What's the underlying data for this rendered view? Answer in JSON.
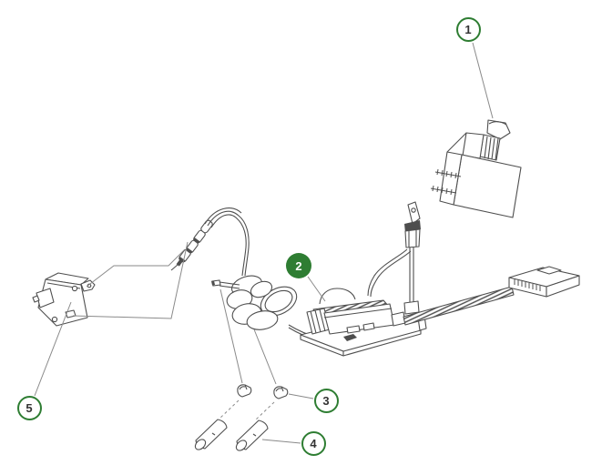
{
  "figure": {
    "type": "exploded-parts-diagram",
    "background_color": "#ffffff",
    "line_color": "#4f4f4f",
    "leader_line_color": "#8a8a8a",
    "accent_green": "#2e7d32",
    "callout_text_color": "#333333",
    "callouts": [
      {
        "label": "1",
        "style": "outline",
        "points_to": "solenoid-assembly"
      },
      {
        "label": "2",
        "style": "filled",
        "points_to": "control-module-board"
      },
      {
        "label": "3",
        "style": "outline",
        "points_to": "terminal-caps"
      },
      {
        "label": "4",
        "style": "outline",
        "points_to": "insulator-sleeves"
      },
      {
        "label": "5",
        "style": "outline",
        "points_to": "micro-switch"
      }
    ]
  }
}
